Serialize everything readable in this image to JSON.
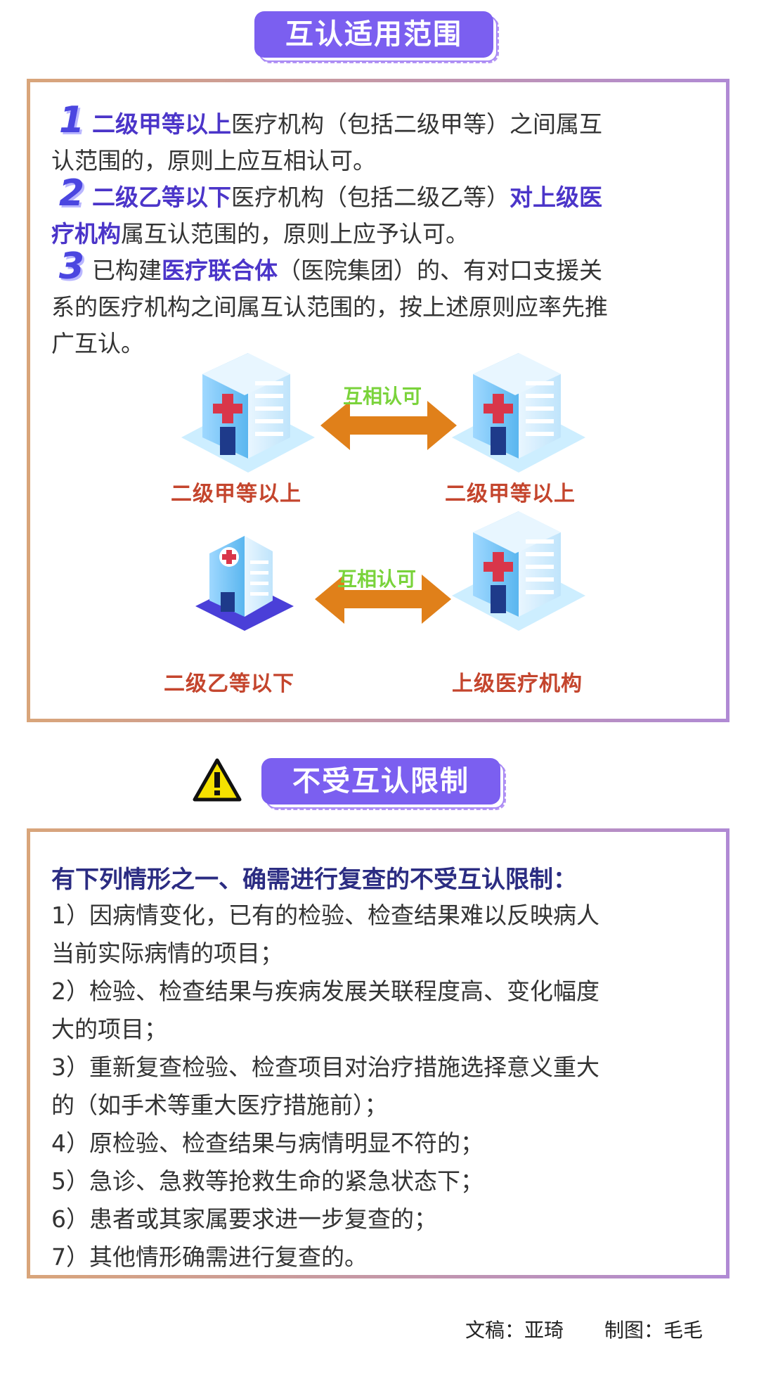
{
  "section1": {
    "title": "互认适用范围",
    "items": [
      {
        "num": "1",
        "hl1": "二级甲等以上",
        "rest1": "医疗机构（包括二级甲等）之间属互",
        "line2": "认范围的，原则上应互相认可。"
      },
      {
        "num": "2",
        "hl1": "二级乙等以下",
        "rest1": "医疗机构（包括二级乙等）",
        "hl2": "对上级医",
        "line2_hl": "疗机构",
        "line2": "属互认范围的，原则上应予认可。"
      },
      {
        "num": "3",
        "pre": "已构建",
        "hl1": "医疗联合体",
        "rest1": "（医院集团）的、有对口支援关",
        "line2": "系的医疗机构之间属互认范围的，按上述原则应率先推",
        "line3": "广互认。"
      }
    ],
    "diagram": {
      "row1": {
        "left": "二级甲等以上",
        "arrow": "互相认可",
        "right": "二级甲等以上"
      },
      "row2": {
        "left": "二级乙等以下",
        "arrow": "互相认可",
        "right": "上级医疗机构"
      }
    }
  },
  "section2": {
    "title": "不受互认限制",
    "lead": "有下列情形之一、确需进行复查的不受互认限制：",
    "lines": [
      "1）因病情变化，已有的检验、检查结果难以反映病人",
      "当前实际病情的项目；",
      "2）检验、检查结果与疾病发展关联程度高、变化幅度",
      "大的项目；",
      "3）重新复查检验、检查项目对治疗措施选择意义重大",
      "的（如手术等重大医疗措施前）；",
      "4）原检验、检查结果与病情明显不符的；",
      "5）急诊、急救等抢救生命的紧急状态下；",
      "6）患者或其家属要求进一步复查的；",
      "7）其他情形确需进行复查的。"
    ]
  },
  "credits": {
    "writer": "文稿：亚琦",
    "designer": "制图：毛毛"
  },
  "colors": {
    "accent": "#7b5ff0",
    "highlight": "#4b35c9",
    "label_red": "#c4452d",
    "arrow_orange": "#e0801a",
    "arrow_text_green": "#7ad33b"
  }
}
